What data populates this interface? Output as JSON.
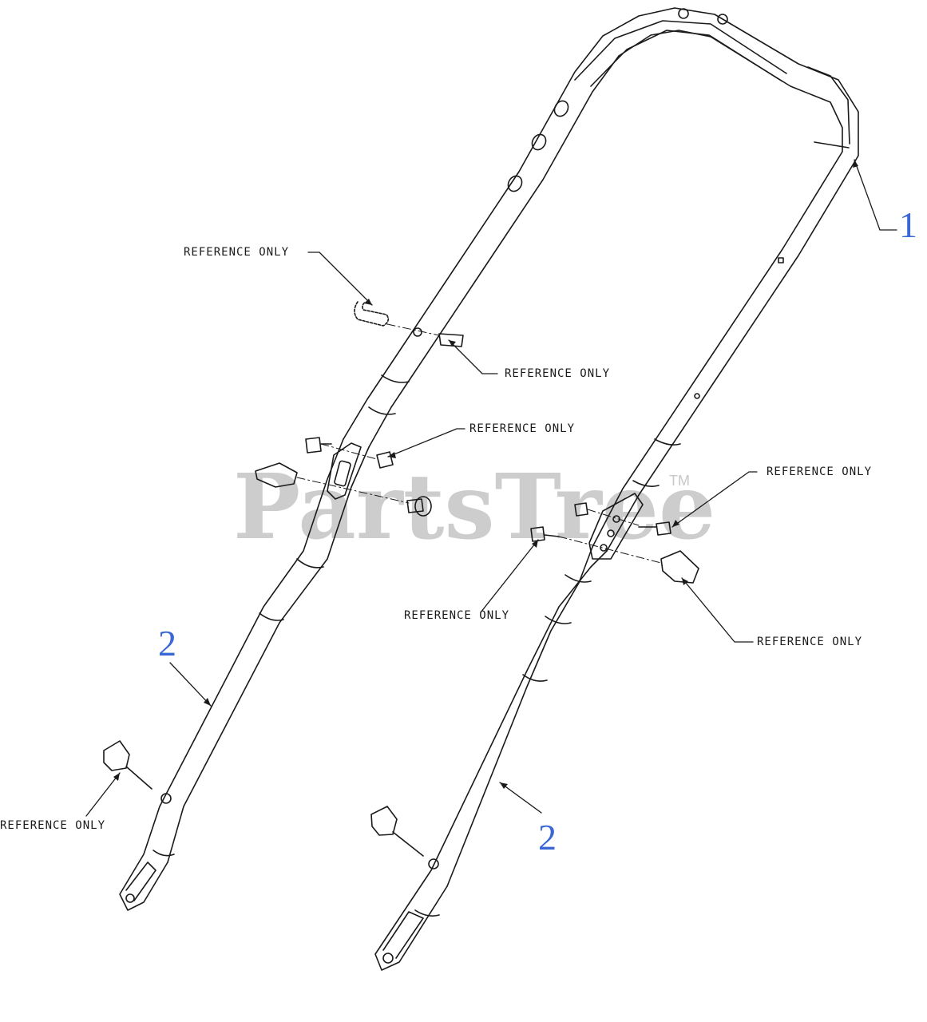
{
  "callouts": {
    "ref_label": "REFERENCE ONLY",
    "part_1": "1",
    "part_2": "2"
  },
  "watermark": {
    "text": "PartsTree",
    "tm": "TM"
  },
  "colors": {
    "line": "#1a1a1a",
    "callout_number": "#3a66d6",
    "watermark": "#c8c8c8"
  }
}
